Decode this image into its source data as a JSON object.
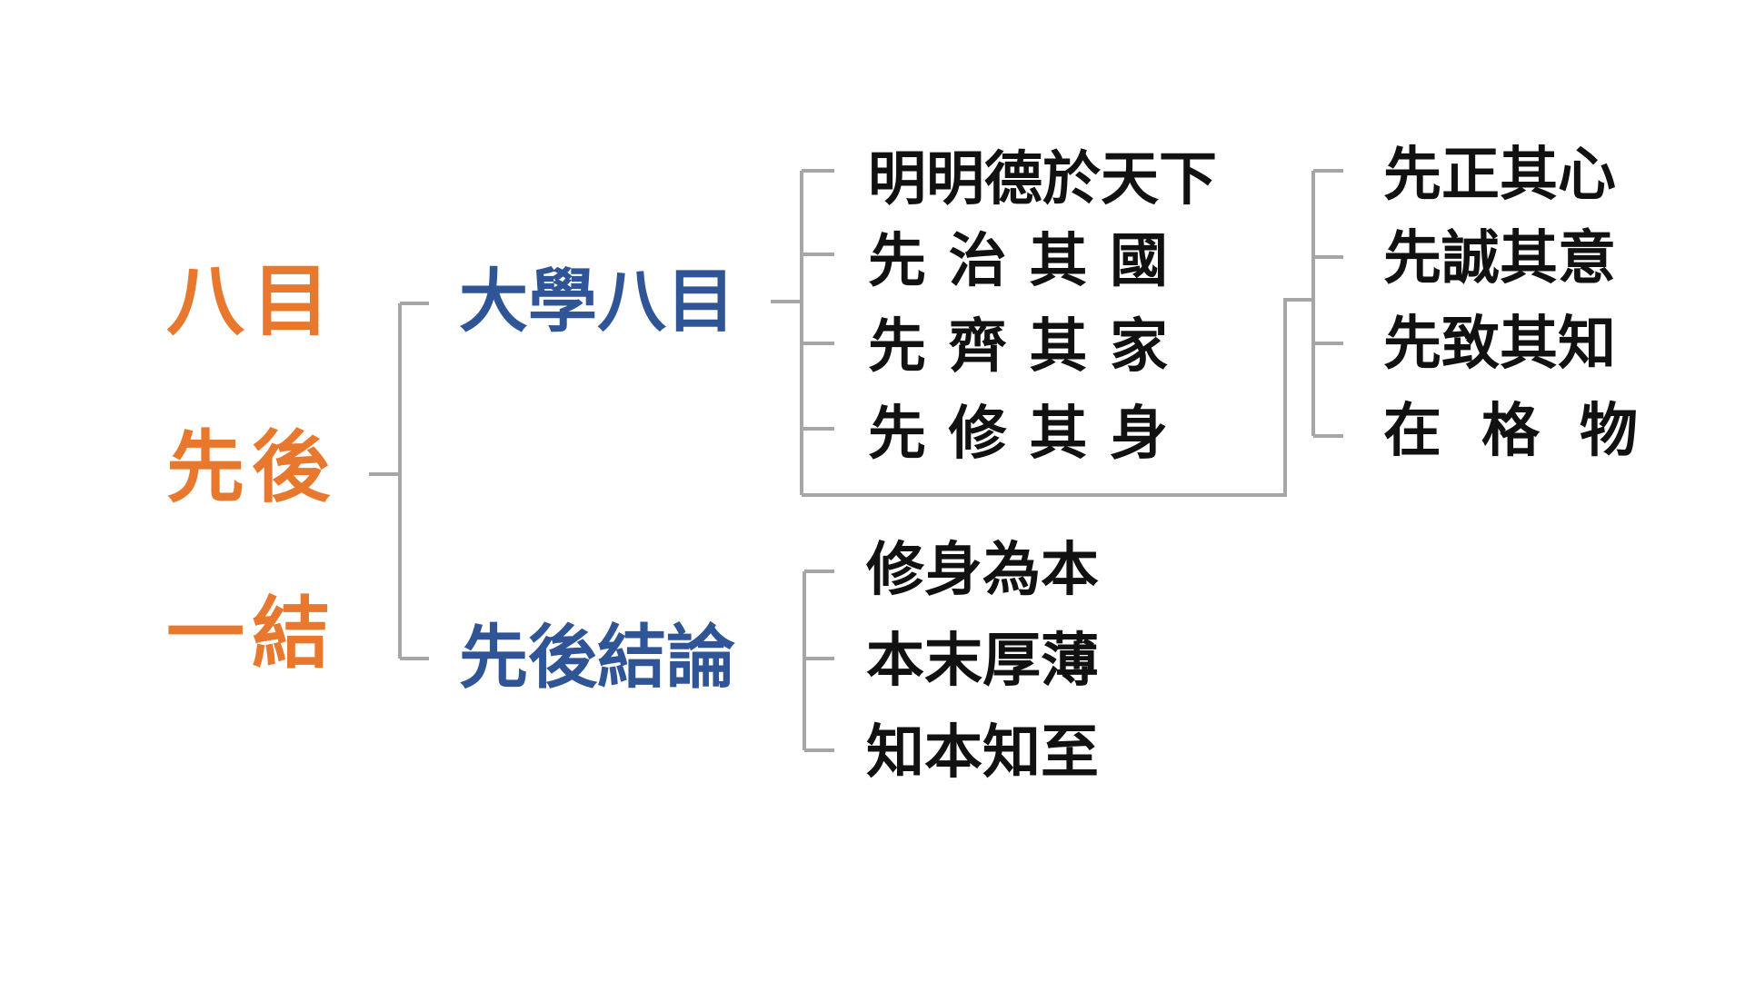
{
  "title": {
    "lines": [
      "八目",
      "先後",
      "一結"
    ]
  },
  "branches": [
    {
      "label": "大學八目",
      "items": [
        "明明德於天下",
        "先治其國",
        "先齊其家",
        "先修其身"
      ],
      "sub_items": [
        "先正其心",
        "先誠其意",
        "先致其知",
        "在格物"
      ]
    },
    {
      "label": "先後結論",
      "items": [
        "修身為本",
        "本末厚薄",
        "知本知至"
      ]
    }
  ],
  "colors": {
    "title": "#e8782d",
    "branch": "#2f5597",
    "item": "#111111",
    "connector": "#a6a6a6"
  }
}
